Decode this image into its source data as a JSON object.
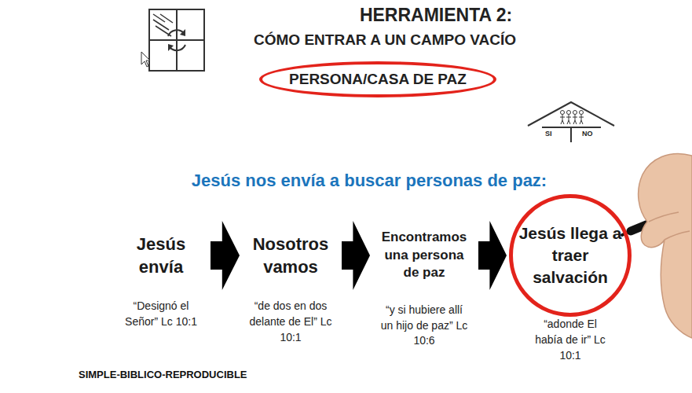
{
  "diagram": {
    "title": "HERRAMIENTA 2:",
    "nodes": [
      {
        "text": [
          "PERSONA/CASA DE PAZ"
        ]
      },
      {
        "text": [
          "Jesús envía",
          "“Designó el Señor” Lc 10:1"
        ]
      },
      {
        "text": [
          "Nosotros vamos",
          "“de dos en dos delante de El” Lc 10:1"
        ]
      },
      {
        "text": [
          "Encontramos una persona de paz",
          "“y si hubiere allí un hijo de paz” Lc 10:6"
        ]
      },
      {
        "text": [
          "Jesús llega a traer salvación",
          "“adonde El había de ir” Lc 10:1"
        ]
      }
    ],
    "edges": [
      {
        "from": 1,
        "to": 2,
        "arrow": "to"
      },
      {
        "from": 2,
        "to": 3,
        "arrow": "to"
      },
      {
        "from": 3,
        "to": 4,
        "arrow": "to"
      }
    ],
    "labels": [
      "CÓMO ENTRAR A UN CAMPO VACÍO",
      "SI",
      "NO",
      "Jesús nos envía a buscar personas de paz:",
      "SIMPLE-BIBLICO-REPRODUCIBLE"
    ]
  }
}
